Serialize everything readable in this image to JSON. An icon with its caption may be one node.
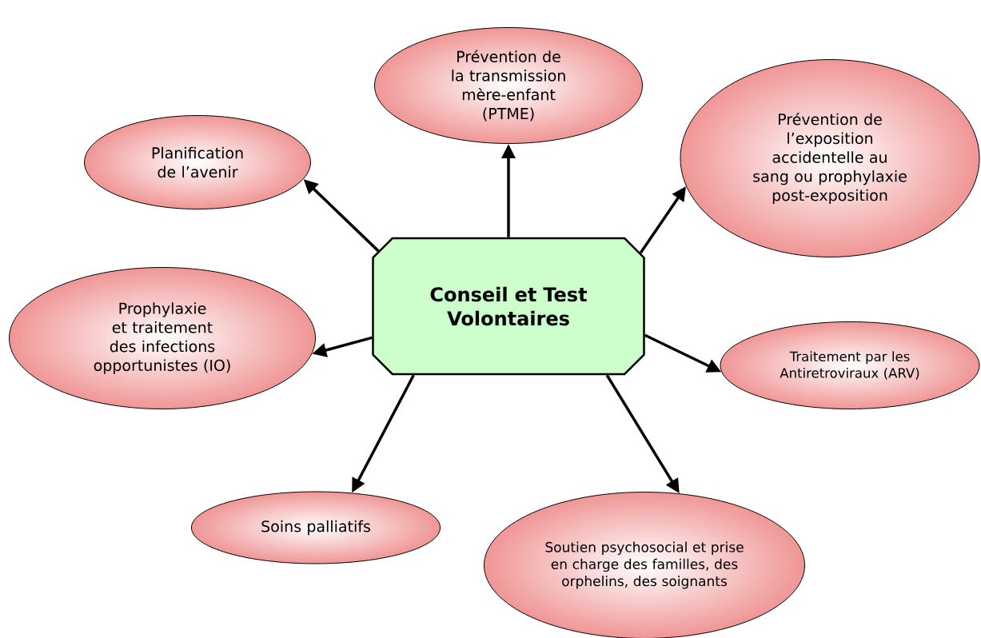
{
  "diagram": {
    "nodes": [
      {
        "text": [
          "Conseil et Test Volontaires"
        ]
      },
      {
        "text": [
          "Prévention de la transmission mère-enfant (PTME)"
        ]
      },
      {
        "text": [
          "Planification de l’avenir"
        ]
      },
      {
        "text": [
          "Prévention de l’exposition accidentelle au sang ou prophylaxie post-exposition"
        ]
      },
      {
        "text": [
          "Prophylaxie et traitement des infections opportunistes (IO)"
        ]
      },
      {
        "text": [
          "Traitement par les Antiretroviraux (ARV)"
        ]
      },
      {
        "text": [
          "Soins palliatifs"
        ]
      },
      {
        "text": [
          "Soutien psychosocial et prise en charge des familles, des orphelins, des soignants"
        ]
      }
    ],
    "edges": [
      {
        "from": 0,
        "to": 1,
        "arrow": "to"
      },
      {
        "from": 0,
        "to": 2,
        "arrow": "to"
      },
      {
        "from": 0,
        "to": 3,
        "arrow": "to"
      },
      {
        "from": 0,
        "to": 4,
        "arrow": "to"
      },
      {
        "from": 0,
        "to": 5,
        "arrow": "to"
      },
      {
        "from": 0,
        "to": 6,
        "arrow": "to"
      },
      {
        "from": 0,
        "to": 7,
        "arrow": "to"
      }
    ]
  }
}
